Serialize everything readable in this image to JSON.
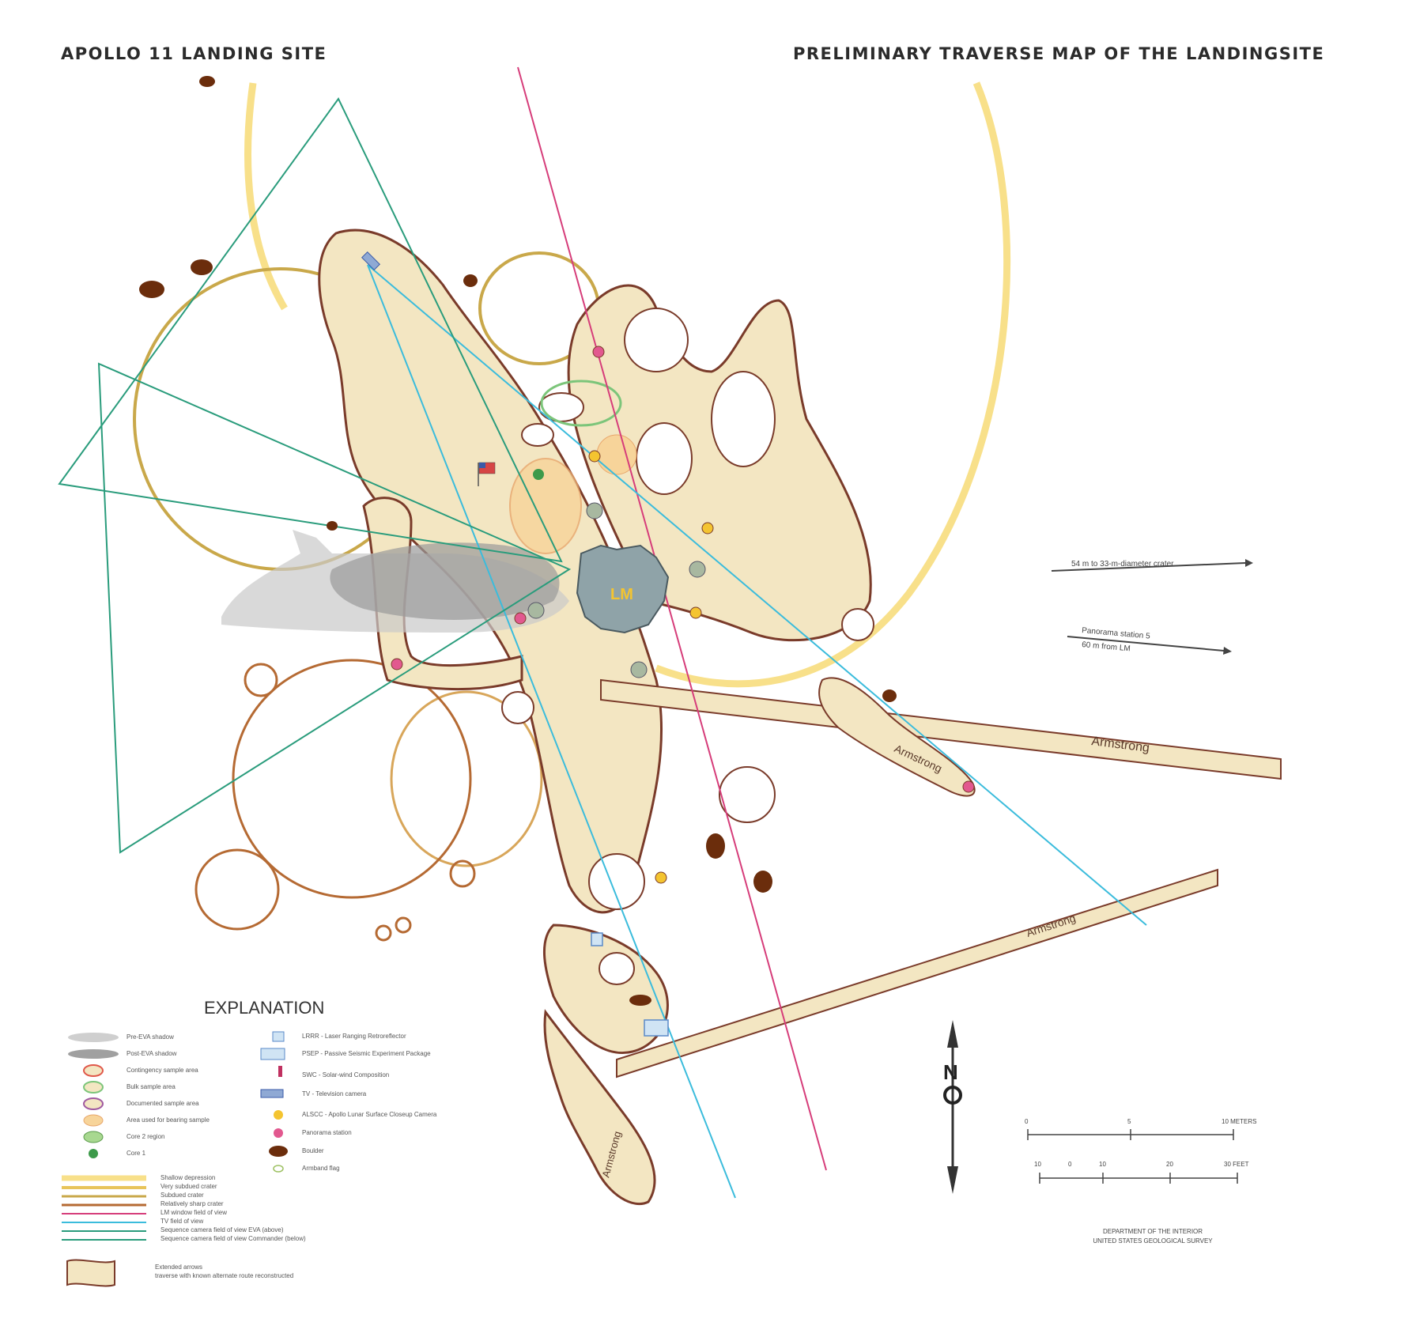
{
  "titles": {
    "left": "APOLLO 11 LANDING SITE",
    "right": "PRELIMINARY TRAVERSE MAP OF THE LANDINGSITE"
  },
  "map": {
    "lm_label": "LM",
    "traverse_label": "Armstrong",
    "crater_arrow_label": "54 m to 33-m-diameter crater",
    "station_arrow_label_1": "Panorama station 5",
    "station_arrow_label_2": "60 m from LM"
  },
  "explanation": {
    "title": "EXPLANATION",
    "left_items": [
      "Pre-EVA shadow",
      "Post-EVA shadow",
      "Contingency sample area",
      "Bulk sample area",
      "Documented sample area",
      "Area used for bearing sample",
      "Core 2 region",
      "Core 1"
    ],
    "right_items": [
      "LRRR - Laser Ranging Retroreflector",
      "PSEP - Passive Seismic Experiment Package",
      "SWC - Solar-wind Composition",
      "TV - Television camera",
      "ALSCC - Apollo Lunar Surface Closeup Camera",
      "Panorama station",
      "Boulder",
      "Armband flag"
    ],
    "line_items": [
      "Shallow depression",
      "Very subdued crater",
      "Subdued crater",
      "Relatively sharp crater",
      "LM window field of view",
      "TV field of view",
      "Sequence camera field of view EVA (above)",
      "Sequence camera field of view Commander (below)"
    ],
    "path_items": [
      "Extended arrows",
      "traverse with known alternate route reconstructed"
    ]
  },
  "compass": {
    "north": "N"
  },
  "scale": {
    "meters_ticks": [
      "0",
      "5",
      "10 METERS"
    ],
    "feet_ticks": [
      "10",
      "0",
      "10",
      "20",
      "30 FEET"
    ]
  },
  "footer": {
    "line1": "DEPARTMENT OF THE INTERIOR",
    "line2": "UNITED STATES GEOLOGICAL SURVEY"
  },
  "colors": {
    "traverse_fill": "#f3e6c2",
    "traverse_stroke": "#7a3b2a",
    "shallow_depression": "#f8e08a",
    "subdued_crater": "#c9a84a",
    "sharp_crater": "#b56a33",
    "lm_window": "#d63d7a",
    "tv_fov": "#3bbcdc",
    "sequence_camera": "#2a9c7c",
    "boulder": "#6b2d0c",
    "lm_fill": "#8fa3a8",
    "shadow": "#a9a9a9"
  }
}
